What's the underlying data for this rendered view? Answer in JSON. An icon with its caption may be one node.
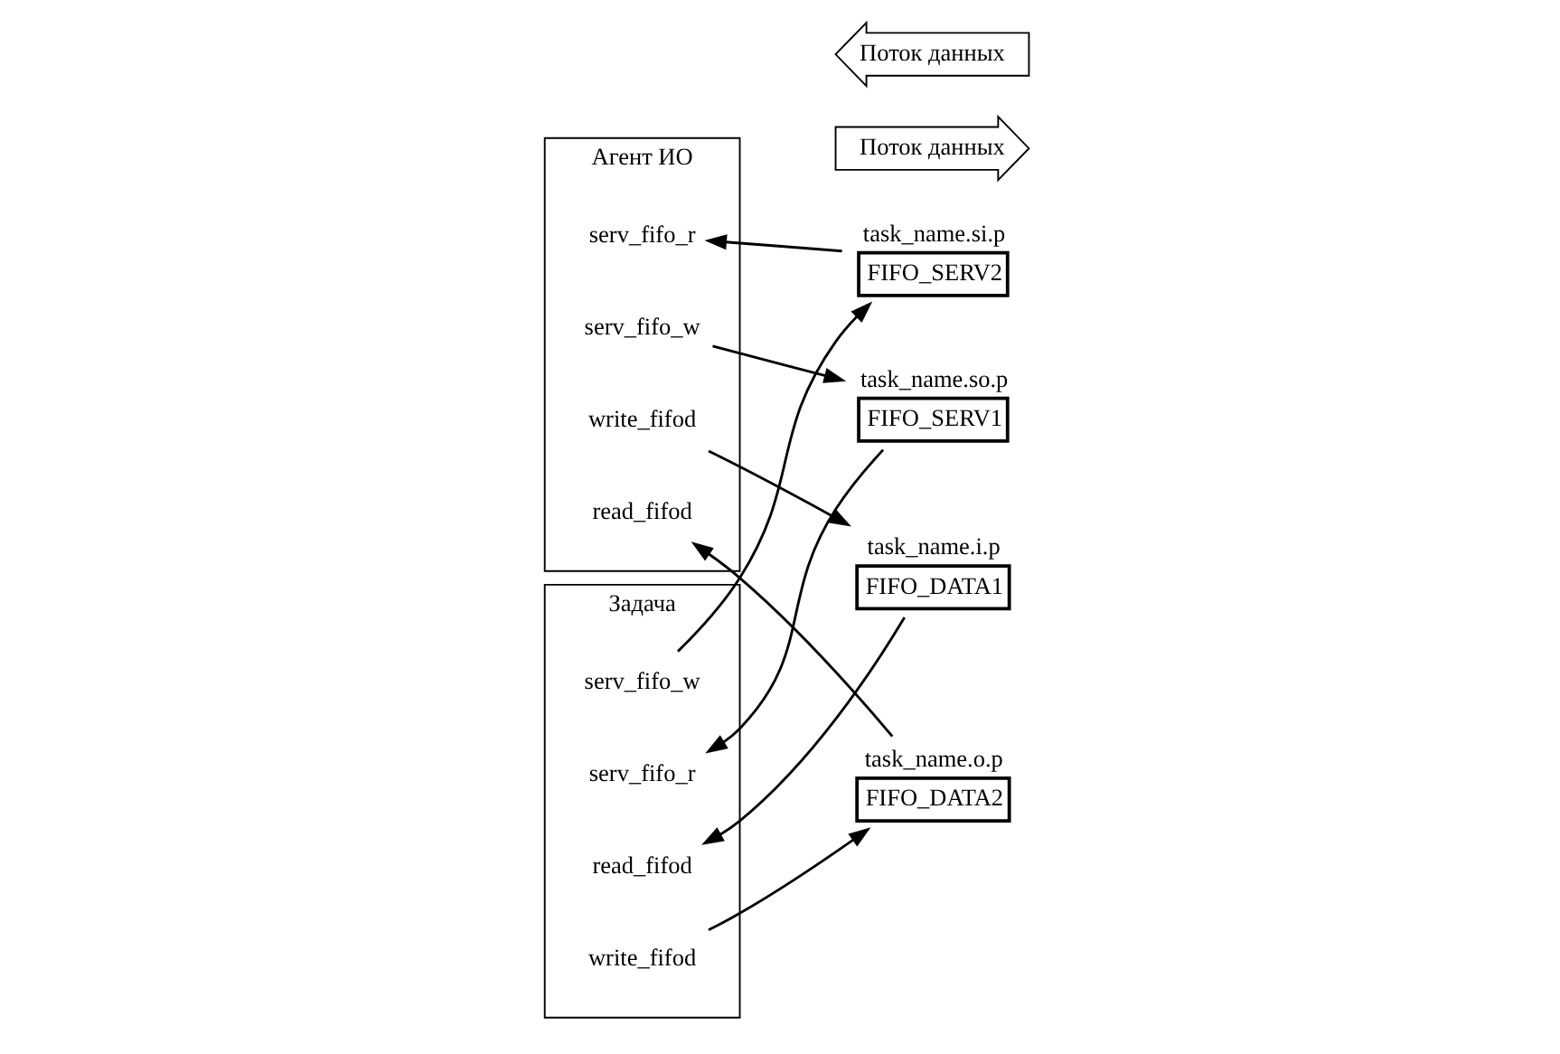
{
  "diagram": {
    "nodes": [
      {
        "text": [
          "Агент ИО"
        ]
      },
      {
        "text": [
          "write_fifod"
        ],
        "in": 0
      },
      {
        "text": [
          "read_fifod"
        ],
        "in": 0
      },
      {
        "text": [
          "serv_fifo_w"
        ],
        "in": 0
      },
      {
        "text": [
          "serv_fifo_r"
        ],
        "in": 0
      },
      {
        "text": [
          "Задача"
        ]
      },
      {
        "text": [
          "read_fifod"
        ],
        "in": 5
      },
      {
        "text": [
          "write_fifod"
        ],
        "in": 5
      },
      {
        "text": [
          "serv_fifo_r"
        ],
        "in": 5
      },
      {
        "text": [
          "serv_fifo_w"
        ],
        "in": 5
      },
      {
        "text": [
          "FIFO_DATA1"
        ],
        "beside": [
          "task_name.i.p"
        ]
      },
      {
        "text": [
          "Поток данных"
        ]
      },
      {
        "text": [
          "FIFO_SERV1"
        ],
        "beside": [
          "task_name.so.p"
        ]
      },
      {
        "text": [
          "FIFO_SERV2"
        ],
        "beside": [
          "task_name.si.p"
        ]
      },
      {
        "text": [
          "Поток данных"
        ]
      },
      {
        "text": [
          "FIFO_DATA2"
        ],
        "beside": [
          "task_name.o.p"
        ]
      }
    ],
    "edges": [
      {
        "from": 1,
        "to": 10,
        "arrow": "to"
      },
      {
        "from": 10,
        "to": 6,
        "arrow": "to"
      },
      {
        "from": 3,
        "to": 12,
        "arrow": "to"
      },
      {
        "from": 12,
        "to": 8,
        "arrow": "to"
      },
      {
        "from": 9,
        "to": 13,
        "arrow": "to"
      },
      {
        "from": 13,
        "to": 4,
        "arrow": "to"
      },
      {
        "from": 7,
        "to": 15,
        "arrow": "to"
      },
      {
        "from": 15,
        "to": 2,
        "arrow": "to"
      }
    ]
  }
}
